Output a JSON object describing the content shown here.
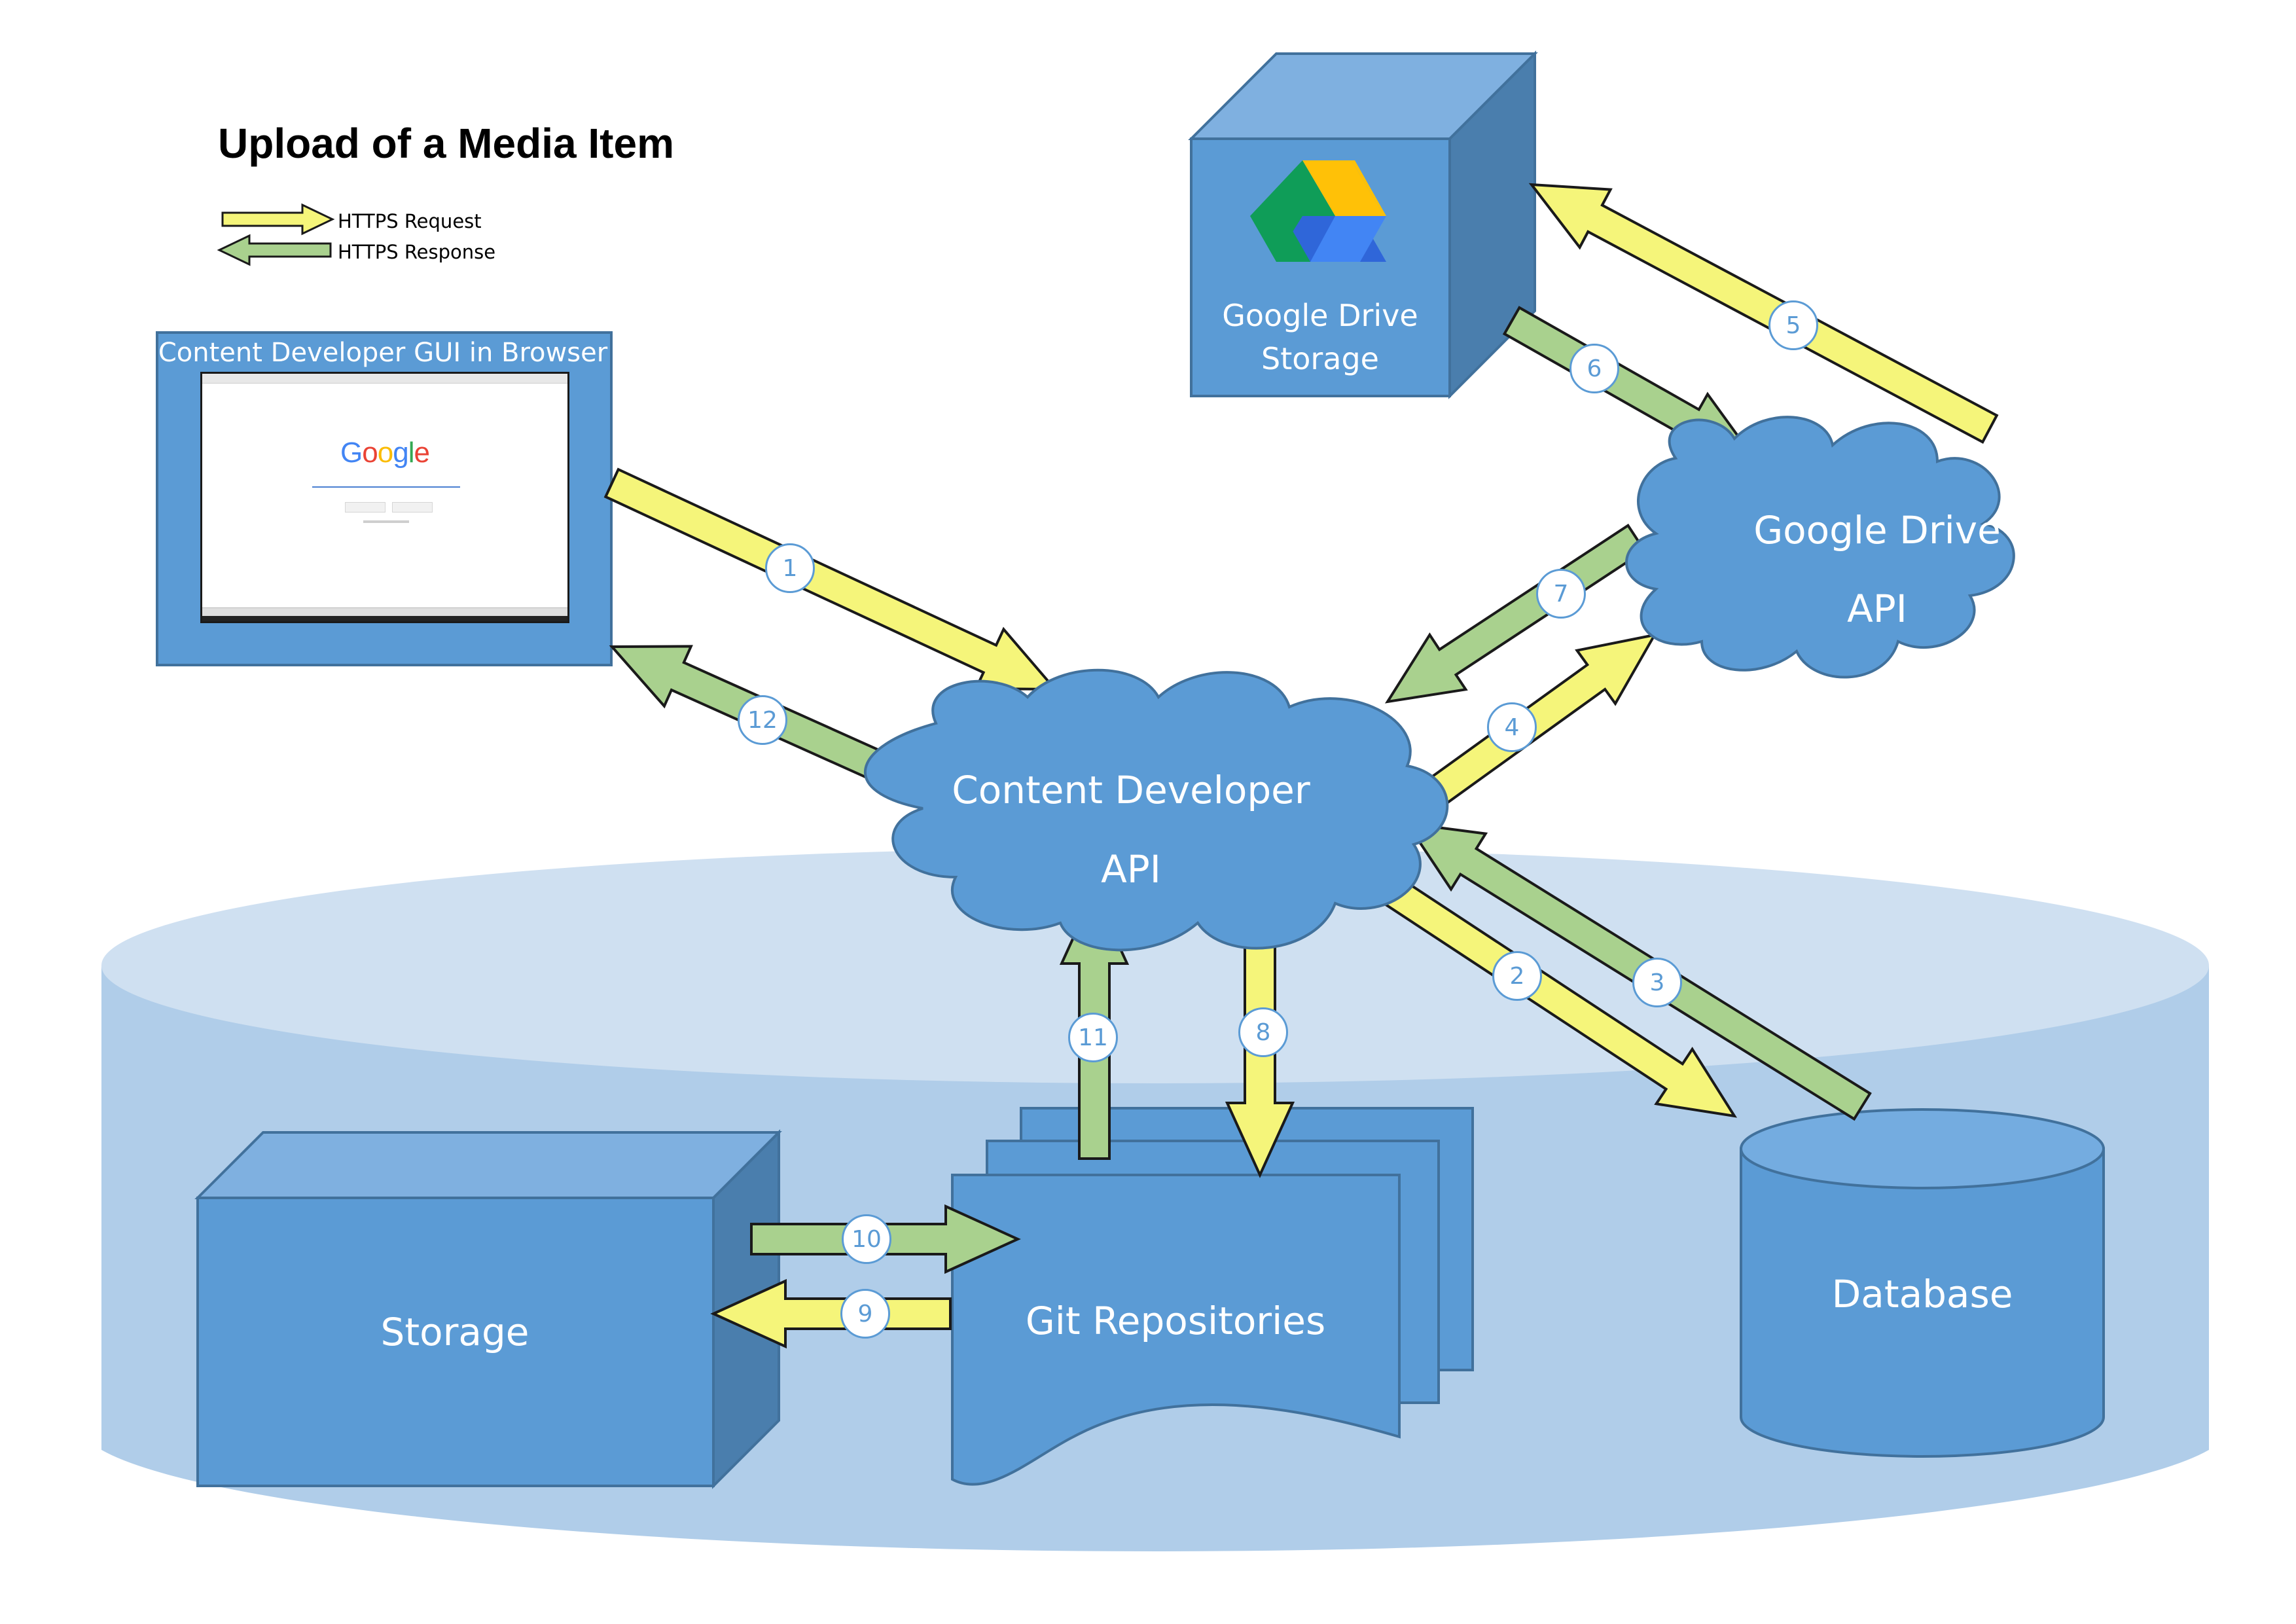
{
  "title": "Upload of a Media Item",
  "legend": {
    "request": "HTTPS Request",
    "response": "HTTPS Response"
  },
  "colors": {
    "request": "#f5f57a",
    "response": "#a9d18e",
    "node": "#5b9bd5",
    "node_dark": "#41719c",
    "platform": "#c5d9ee",
    "platform_side": "#b0cde9"
  },
  "nodes": {
    "browser": "Content Developer GUI in Browser",
    "drive_storage_line1": "Google Drive",
    "drive_storage_line2": "Storage",
    "drive_api_line1": "Google Drive",
    "drive_api_line2": "API",
    "cd_api_line1": "Content Developer",
    "cd_api_line2": "API",
    "storage": "Storage",
    "git": "Git Repositories",
    "database": "Database"
  },
  "browser_screen": {
    "logo": [
      "G",
      "o",
      "o",
      "g",
      "l",
      "e"
    ],
    "logo_colors": [
      "#4285F4",
      "#EA4335",
      "#FBBC05",
      "#4285F4",
      "#34A853",
      "#EA4335"
    ]
  },
  "steps": [
    "1",
    "2",
    "3",
    "4",
    "5",
    "6",
    "7",
    "8",
    "9",
    "10",
    "11",
    "12"
  ],
  "step_kinds": [
    "request",
    "request",
    "response",
    "request",
    "request",
    "response",
    "response",
    "request",
    "request",
    "response",
    "response",
    "response"
  ]
}
